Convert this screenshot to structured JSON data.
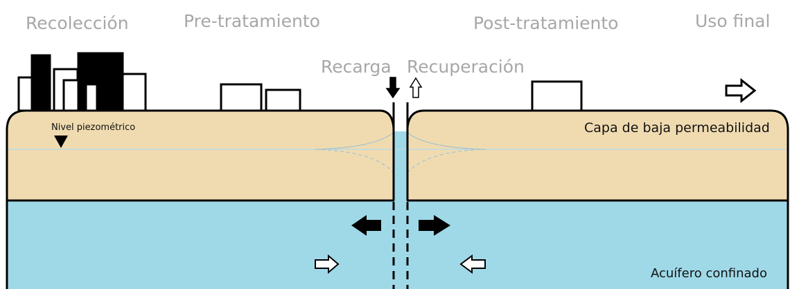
{
  "stages": {
    "collection": "Recolección",
    "pretreatment": "Pre-tratamiento",
    "recharge": "Recarga",
    "recovery": "Recuperación",
    "posttreatment": "Post-tratamiento",
    "final_use": "Uso final"
  },
  "labels": {
    "piezometric_level": "Nivel piezométrico",
    "low_permeability_layer": "Capa de baja permeabilidad",
    "confined_aquifer": "Acuífero confinado"
  },
  "colors": {
    "sand_layer": "#f0dbb0",
    "aquifer": "#9fd9e8",
    "outline": "#000000",
    "header_text": "#a7a7a7"
  }
}
